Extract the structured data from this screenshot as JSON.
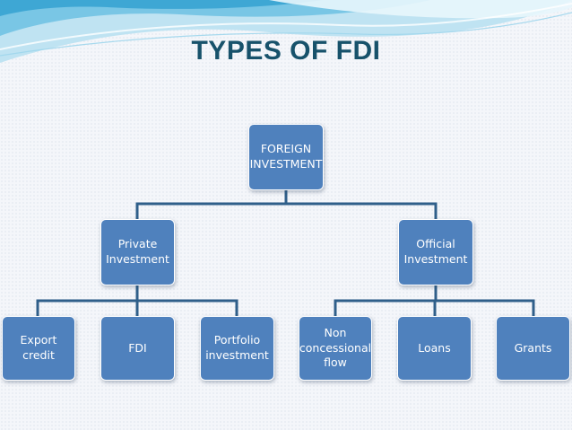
{
  "title": "TYPES OF FDI",
  "colors": {
    "node_fill": "#4f81bd",
    "connector": "#2f5f8a",
    "title": "#17526b"
  },
  "nodes": {
    "root": "FOREIGN\nINVESTMENT",
    "private": "Private\nInvestment",
    "official": "Official\nInvestment",
    "export_credit": "Export credit",
    "fdi": "FDI",
    "portfolio": "Portfolio\ninvestment",
    "non_concessional": "Non\nconcessional\nflow",
    "loans": "Loans",
    "grants": "Grants"
  }
}
